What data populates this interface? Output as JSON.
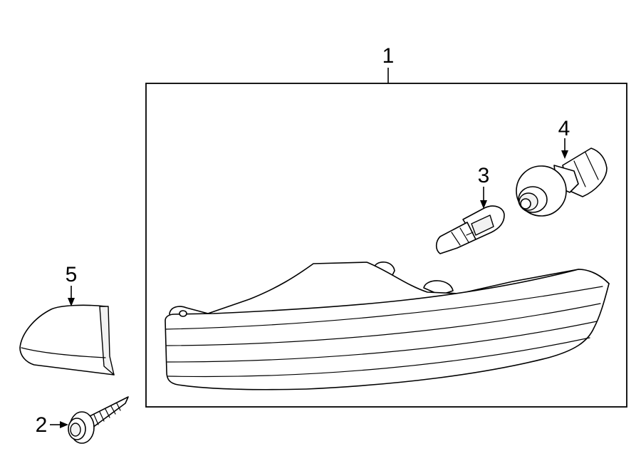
{
  "diagram": {
    "callouts": [
      {
        "id": "1",
        "label": "1"
      },
      {
        "id": "2",
        "label": "2"
      },
      {
        "id": "3",
        "label": "3"
      },
      {
        "id": "4",
        "label": "4"
      },
      {
        "id": "5",
        "label": "5"
      }
    ],
    "colors": {
      "line": "#000000",
      "background": "#ffffff",
      "fill": "#f2f2f2"
    }
  }
}
